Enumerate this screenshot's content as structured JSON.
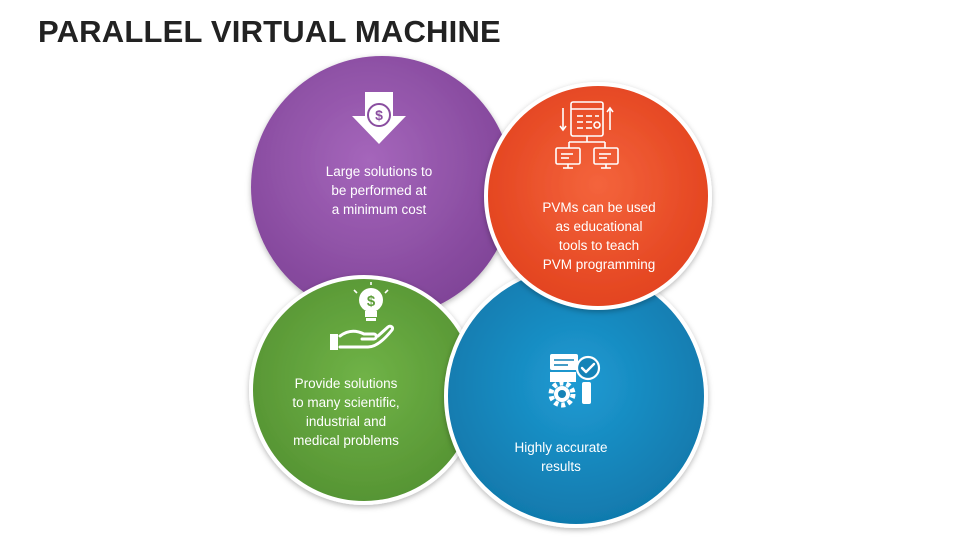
{
  "title": "PARALLEL VIRTUAL MACHINE",
  "colors": {
    "purple": "#8a4ea0",
    "orange": "#ea4a26",
    "green": "#5e9e3a",
    "blue": "#1583b7"
  },
  "circles": [
    {
      "id": "purple",
      "icon": "dollar-down-arrow-icon",
      "lines": [
        "Large solutions to",
        "be performed at",
        "a minimum cost"
      ]
    },
    {
      "id": "orange",
      "icon": "network-server-icon",
      "lines": [
        "PVMs can be used",
        "as educational",
        "tools to teach",
        "PVM programming"
      ]
    },
    {
      "id": "green",
      "icon": "hand-dollar-bulb-icon",
      "lines": [
        "Provide solutions",
        "to many scientific,",
        "industrial and",
        "medical problems"
      ]
    },
    {
      "id": "blue",
      "icon": "gear-check-document-icon",
      "lines": [
        "Highly accurate",
        "results"
      ]
    }
  ]
}
